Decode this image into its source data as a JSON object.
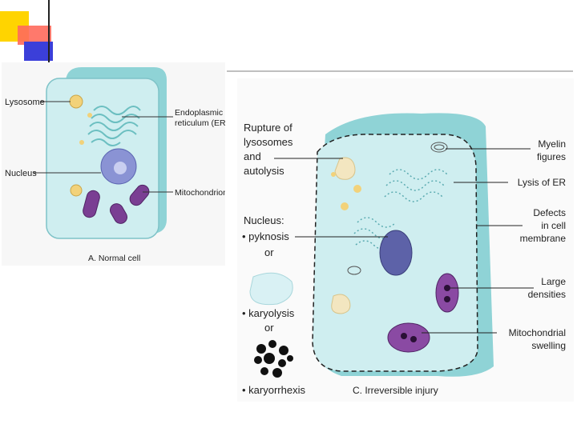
{
  "panel_a": {
    "caption": "A. Normal cell",
    "labels": {
      "lysosome": "Lysosome",
      "nucleus": "Nucleus",
      "er_line1": "Endoplasmic",
      "er_line2": "reticulum (ER)",
      "mitochondrion": "Mitochondrion"
    }
  },
  "panel_c": {
    "caption": "C. Irreversible injury",
    "left_labels": {
      "rupture_1": "Rupture of",
      "rupture_2": "lysosomes",
      "rupture_3": "and",
      "rupture_4": "autolysis",
      "nucleus_head": "Nucleus:",
      "pyknosis": "• pyknosis",
      "or_1": "or",
      "karyolysis": "• karyolysis",
      "or_2": "or",
      "karyorrhexis": "• karyorrhexis"
    },
    "right_labels": {
      "myelin_1": "Myelin",
      "myelin_2": "figures",
      "lysis_er": "Lysis of ER",
      "defects_1": "Defects",
      "defects_2": "in cell",
      "defects_3": "membrane",
      "large_1": "Large",
      "large_2": "densities",
      "mito_1": "Mitochondrial",
      "mito_2": "swelling"
    }
  },
  "colors": {
    "cell_fill": "#cfeef0",
    "cell_wall": "#8fd3d6",
    "nucleus": "#6e7bc4",
    "mitochondria": "#7a3f93",
    "lysosome": "#f2d27a"
  }
}
